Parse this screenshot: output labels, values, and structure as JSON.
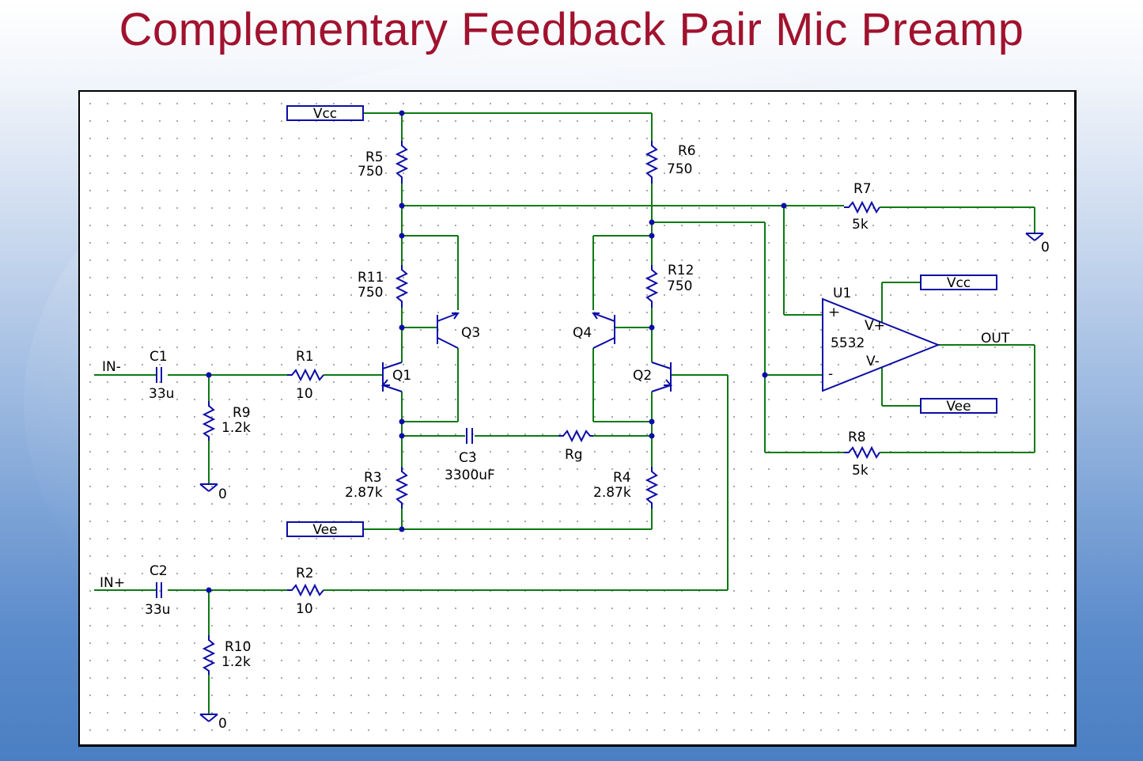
{
  "title": "Complementary Feedback Pair Mic Preamp",
  "colors": {
    "title": "#a1122e",
    "wire": "#0b7a12",
    "part": "#0c0ca8",
    "background_bottom": "#4a7fc3"
  },
  "ports": {
    "vcc_top": "Vcc",
    "vee_left": "Vee",
    "vcc_opamp": "Vcc",
    "vee_opamp": "Vee"
  },
  "inputs": {
    "in_minus": "IN-",
    "in_plus": "IN+",
    "output": "OUT"
  },
  "ground_label": "0",
  "components": {
    "R5": {
      "ref": "R5",
      "value": "750"
    },
    "R6": {
      "ref": "R6",
      "value": "750"
    },
    "R7": {
      "ref": "R7",
      "value": "5k"
    },
    "R8": {
      "ref": "R8",
      "value": "5k"
    },
    "R11": {
      "ref": "R11",
      "value": "750"
    },
    "R12": {
      "ref": "R12",
      "value": "750"
    },
    "R1": {
      "ref": "R1",
      "value": "10"
    },
    "R2": {
      "ref": "R2",
      "value": "10"
    },
    "R3": {
      "ref": "R3",
      "value": "2.87k"
    },
    "R4": {
      "ref": "R4",
      "value": "2.87k"
    },
    "R9": {
      "ref": "R9",
      "value": "1.2k"
    },
    "R10": {
      "ref": "R10",
      "value": "1.2k"
    },
    "Rg": {
      "ref": "Rg"
    },
    "C1": {
      "ref": "C1",
      "value": "33u"
    },
    "C2": {
      "ref": "C2",
      "value": "33u"
    },
    "C3": {
      "ref": "C3",
      "value": "3300uF"
    },
    "Q1": {
      "ref": "Q1"
    },
    "Q2": {
      "ref": "Q2"
    },
    "Q3": {
      "ref": "Q3"
    },
    "Q4": {
      "ref": "Q4"
    },
    "U1": {
      "ref": "U1",
      "value": "5532",
      "plus": "+",
      "minus": "-",
      "vplus": "V+",
      "vminus": "V-"
    }
  }
}
